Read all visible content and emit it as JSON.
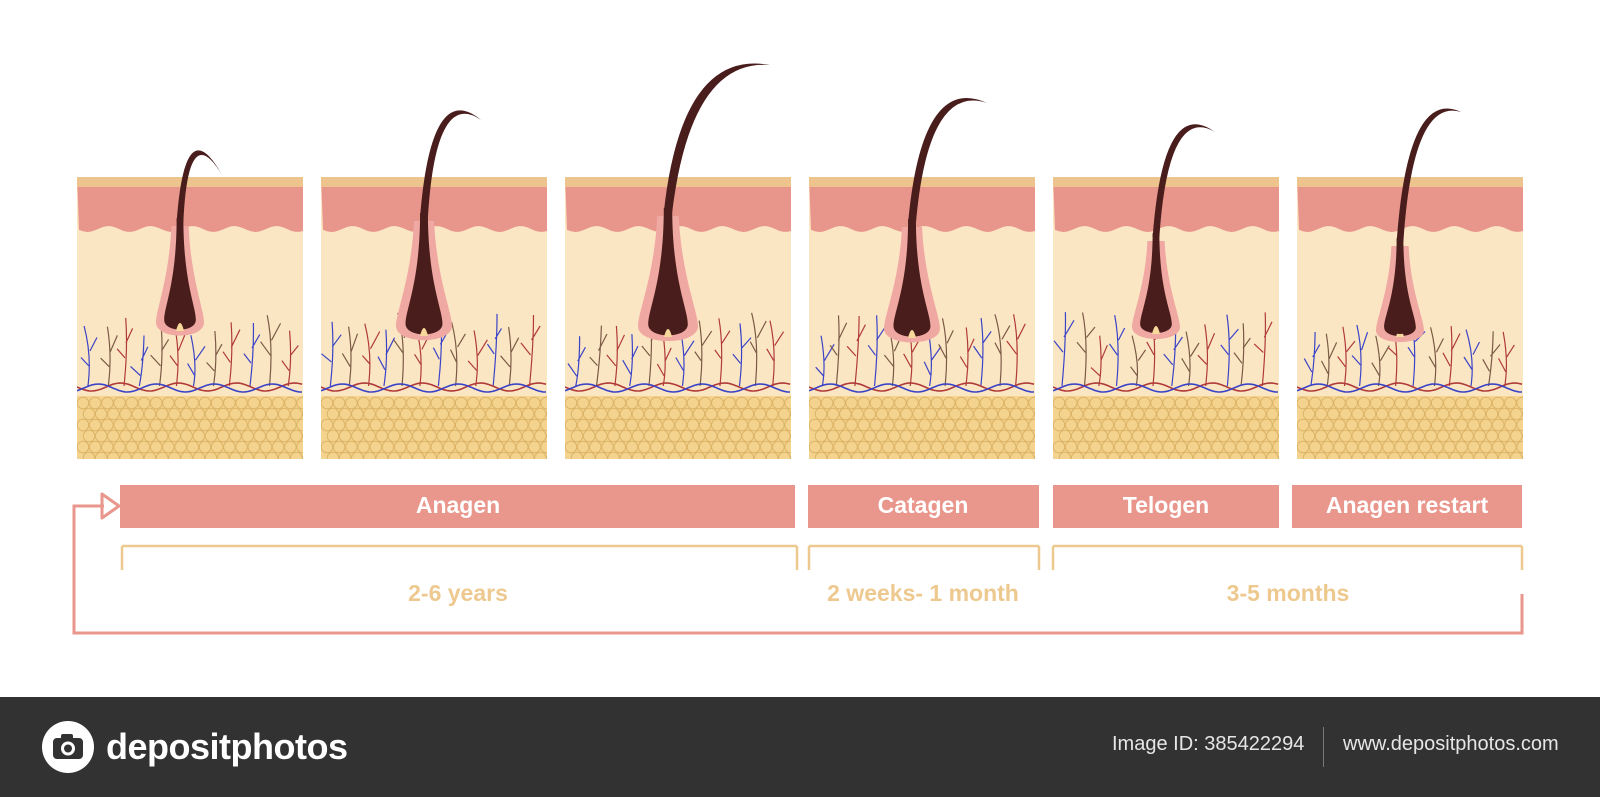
{
  "phases": [
    {
      "name": "anagen",
      "label": "Anagen"
    },
    {
      "name": "catagen",
      "label": "Catagen"
    },
    {
      "name": "telogen",
      "label": "Telogen"
    },
    {
      "name": "anagen-restart",
      "label": "Anagen restart"
    }
  ],
  "durations": [
    {
      "name": "anagen",
      "label": "2-6 years"
    },
    {
      "name": "catagen",
      "label": "2 weeks- 1 month"
    },
    {
      "name": "telogen",
      "label": "3-5 months"
    }
  ],
  "footer": {
    "brand": "depositphotos",
    "image_id": "Image ID: 385422294",
    "url": "www.depositphotos.com"
  },
  "colors": {
    "skin_top": "#edc48d",
    "epidermis": "#e8958c",
    "dermis": "#fbe6c4",
    "fat": "#f3d38d",
    "fat_cell_edge": "#dcb468",
    "hair": "#4a1d1d",
    "follicle_sheath": "#f0a8a2",
    "papilla": "#f6d89a",
    "vein": "#3a43c7",
    "artery": "#b03a3a",
    "nerve": "#7a5a45",
    "phase_bar": "#e9968c",
    "duration_line": "#eec98f",
    "cycle_arrow": "#e9968c",
    "footer_bg": "#323232"
  }
}
